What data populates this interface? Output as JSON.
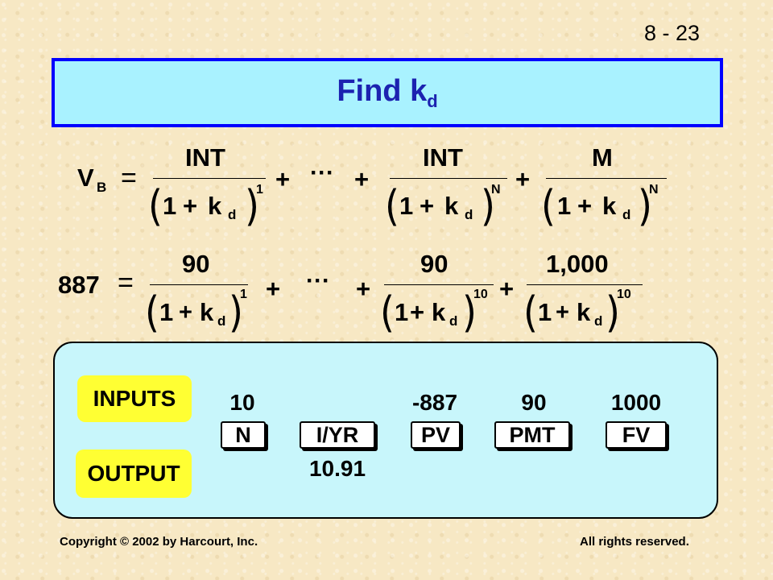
{
  "slide_number": "8 - 23",
  "title": {
    "text": "Find k",
    "subscript": "d"
  },
  "equation1": {
    "lhs_symbol": "V",
    "lhs_subscript": "B",
    "equals": "=",
    "term1": {
      "numerator": "INT",
      "open": "(",
      "one": "1",
      "plus": "+",
      "k": "k",
      "k_sub": "d",
      "close": ")",
      "exponent": "1"
    },
    "plus1": "+",
    "ellipsis": "···",
    "plus2": "+",
    "term2": {
      "numerator": "INT",
      "open": "(",
      "one": "1",
      "plus": "+",
      "k": "k",
      "k_sub": "d",
      "close": ")",
      "exponent": "N"
    },
    "plus3": "+",
    "term3": {
      "numerator": "M",
      "open": "(",
      "one": "1",
      "plus": "+",
      "k": "k",
      "k_sub": "d",
      "close": ")",
      "exponent": "N"
    }
  },
  "equation2": {
    "lhs_value": "887",
    "equals": "=",
    "term1": {
      "numerator": "90",
      "open": "(",
      "one": "1",
      "plus": "+",
      "k": "k",
      "k_sub": "d",
      "close": ")",
      "exponent": "1"
    },
    "plus1": "+",
    "ellipsis": "···",
    "plus2": "+",
    "term2": {
      "numerator": "90",
      "open": "(",
      "one": "1",
      "plus": "+",
      "k": "k",
      "k_sub": "d",
      "close": ")",
      "exponent": "10"
    },
    "plus3": "+",
    "term3": {
      "numerator": "1,000",
      "open": "(",
      "one": "1",
      "plus": "+",
      "k": "k",
      "k_sub": "d",
      "close": ")",
      "exponent": "10"
    }
  },
  "calculator": {
    "inputs_label": "INPUTS",
    "output_label": "OUTPUT",
    "keys": [
      {
        "label": "N",
        "input": "10",
        "output": ""
      },
      {
        "label": "I/YR",
        "input": "",
        "output": "10.91"
      },
      {
        "label": "PV",
        "input": "-887",
        "output": ""
      },
      {
        "label": "PMT",
        "input": "90",
        "output": ""
      },
      {
        "label": "FV",
        "input": "1000",
        "output": ""
      }
    ]
  },
  "footer": {
    "copyright": "Copyright © 2002 by Harcourt, Inc.",
    "rights": "All rights reserved."
  },
  "colors": {
    "background": "#f7e8c4",
    "title_fill": "#a9f2ff",
    "title_border": "#0000ff",
    "title_text": "#1c22b0",
    "panel_fill": "#c8f6fb",
    "badge_fill": "#ffff33"
  }
}
